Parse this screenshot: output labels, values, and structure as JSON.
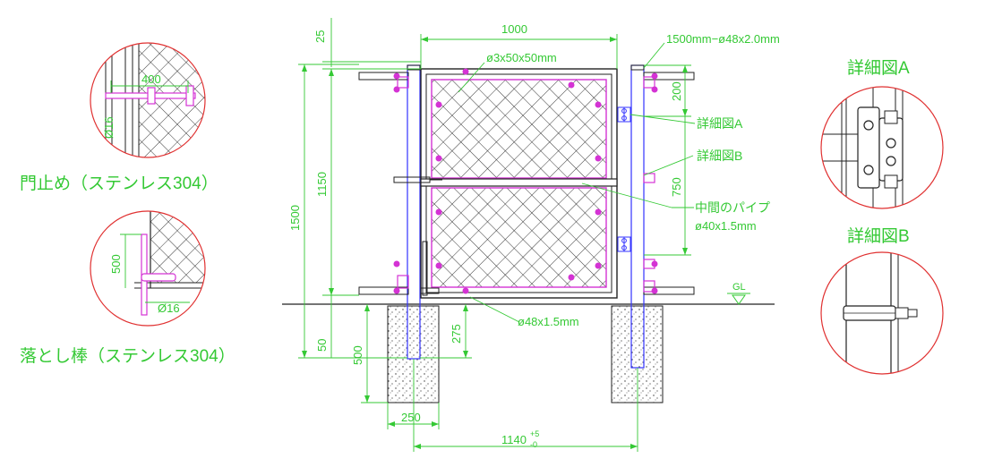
{
  "drawing": {
    "dims": {
      "top_width": "1000",
      "left_offset": "25",
      "mesh_spec": "ø3x50x50mm",
      "post_spec": "1500mm−ø48x2.0mm",
      "upper_gap": "200",
      "mid_height": "750",
      "inner_height": "1150",
      "total_height": "1500",
      "bottom_gap": "50",
      "foundation_depth": "500",
      "embed_depth": "275",
      "footing_width": "250",
      "span": "1140",
      "span_tol_plus": "+5",
      "span_tol_minus": "-0",
      "frame_pipe": "ø48x1.5mm",
      "mid_pipe_spec": "ø40x1.5mm"
    },
    "callouts": {
      "detail_a": "詳細図A",
      "detail_b": "詳細図B",
      "middle_pipe": "中間のパイプ"
    },
    "ground_label": "GL",
    "left_details": {
      "latch_title": "門止め（ステンレス304）",
      "latch_dim_400": "400",
      "latch_dim_16": "Ø16",
      "drop_rod_title": "落とし棒（ステンレス304）",
      "drop_dim_500": "500",
      "drop_dim_16": "Ø16"
    },
    "right_details": {
      "detail_a_title": "詳細図A",
      "detail_b_title": "詳細図B"
    }
  }
}
